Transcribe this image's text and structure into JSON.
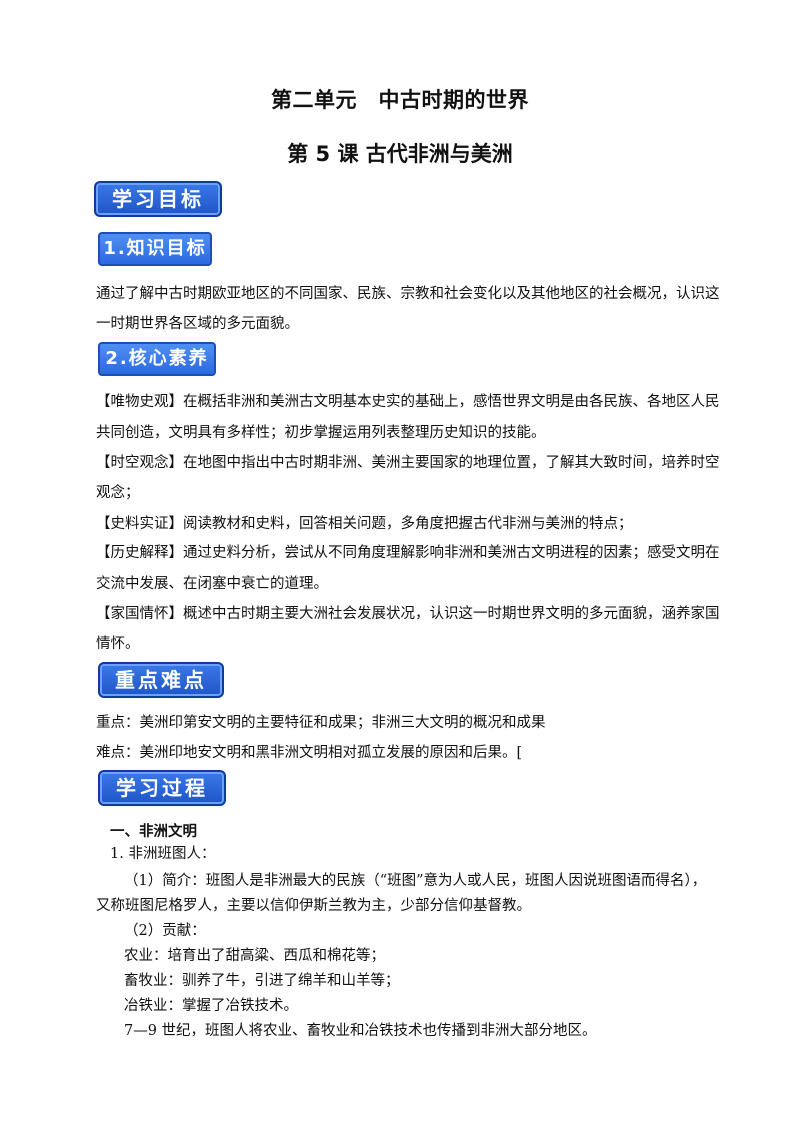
{
  "header": {
    "unit_title": "第二单元　中古时期的世界",
    "lesson_title": "第 5 课  古代非洲与美洲"
  },
  "sections": {
    "learning_goals": "学习目标",
    "knowledge_goals": "1.知识目标",
    "core_literacy": "2.核心素养",
    "key_points": "重点难点",
    "learning_process": "学习过程"
  },
  "knowledge": {
    "line1": "通过了解中古时期欧亚地区的不同国家、民族、宗教和社会变化以及其他地区的社会概况，认识这",
    "line2": "一时期世界各区域的多元面貌。"
  },
  "literacy": [
    {
      "line1": "【唯物史观】在概括非洲和美洲古文明基本史实的基础上，感悟世界文明是由各民族、各地区人民",
      "line2": "共同创造，文明具有多样性；初步掌握运用列表整理历史知识的技能。"
    },
    {
      "line1": "【时空观念】在地图中指出中古时期非洲、美洲主要国家的地理位置，了解其大致时间，培养时空",
      "line2": "观念；"
    },
    {
      "line1": "【史料实证】阅读教材和史料，回答相关问题，多角度把握古代非洲与美洲的特点；",
      "line2": ""
    },
    {
      "line1": "【历史解释】通过史料分析，尝试从不同角度理解影响非洲和美洲古文明进程的因素；感受文明在",
      "line2": "交流中发展、在闭塞中衰亡的道理。"
    },
    {
      "line1": "【家国情怀】概述中古时期主要大洲社会发展状况，认识这一时期世界文明的多元面貌，涵养家国",
      "line2": "情怀。"
    }
  ],
  "keypoints": {
    "important": "重点：美洲印第安文明的主要特征和成果；非洲三大文明的概况和成果",
    "difficult": "难点：美洲印地安文明和黑非洲文明相对孤立发展的原因和后果。["
  },
  "process": {
    "section_heading": "一、非洲文明",
    "item1": "1. 非洲班图人：",
    "intro_line1": "（1）简介：班图人是非洲最大的民族（“班图”意为人或人民，班图人因说班图语而得名），",
    "intro_line2": "又称班图尼格罗人，主要以信仰伊斯兰教为主，少部分信仰基督教。",
    "contribution": "（2）贡献：",
    "agriculture": "农业：培育出了甜高粱、西瓜和棉花等；",
    "husbandry": "畜牧业：驯养了牛，引进了绵羊和山羊等；",
    "metallurgy": "冶铁业：掌握了冶铁技术。",
    "spread": "7—9 世纪，班图人将农业、畜牧业和冶铁技术也传播到非洲大部分地区。"
  }
}
